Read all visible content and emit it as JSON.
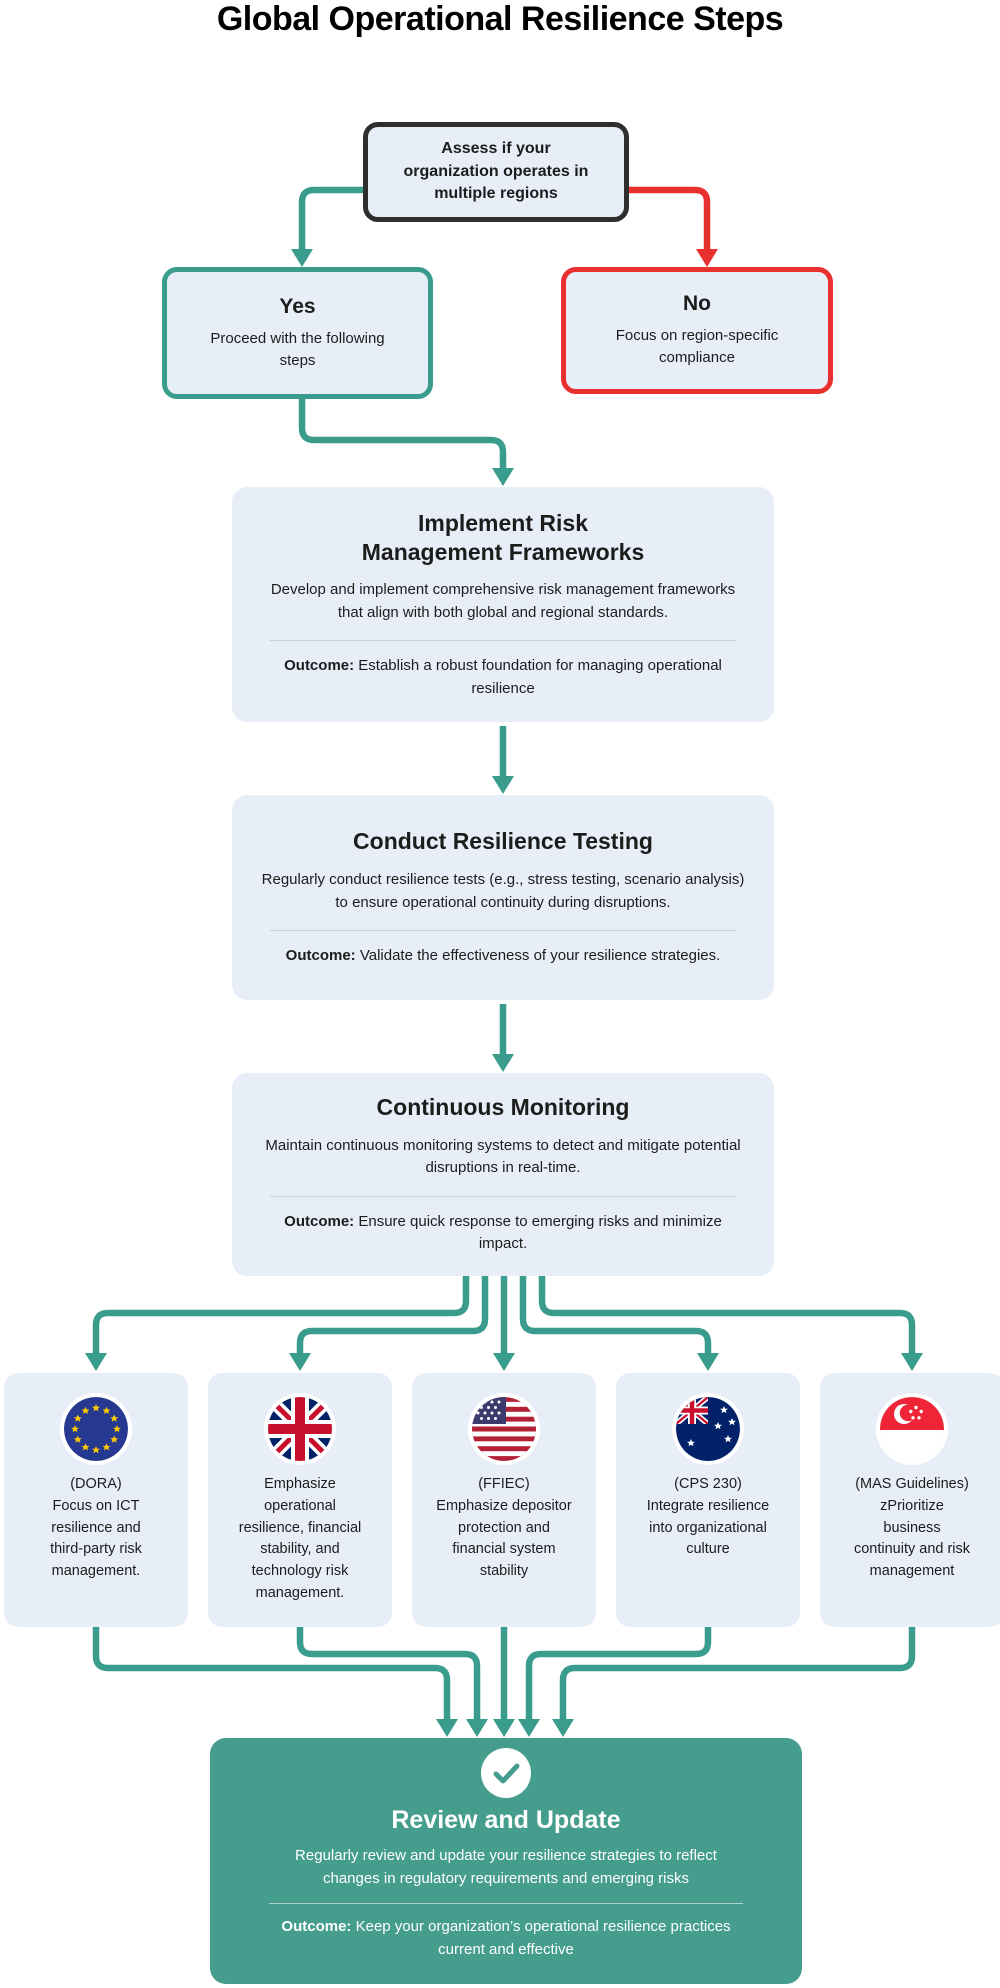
{
  "title": "Global Operational Resilience Steps",
  "colors": {
    "teal": "#3a9c8c",
    "red": "#e8312e",
    "box_bg": "#e8eef8",
    "dark_border": "#2e2e2e",
    "review_bg": "#459d8d"
  },
  "decision": {
    "question": "Assess if your\norganization operates in\nmultiple regions",
    "yes": {
      "label": "Yes",
      "text": "Proceed with the following\nsteps"
    },
    "no": {
      "label": "No",
      "text": "Focus on region-specific\ncompliance"
    }
  },
  "steps": [
    {
      "title": "Implement Risk\nManagement Frameworks",
      "body": "Develop and implement comprehensive risk management frameworks that align with both global and regional standards.",
      "outcome_label": "Outcome:",
      "outcome": "Establish a robust foundation for managing operational resilience"
    },
    {
      "title": "Conduct Resilience Testing",
      "body": "Regularly conduct resilience tests (e.g., stress testing, scenario analysis) to ensure operational continuity during disruptions.",
      "outcome_label": "Outcome:",
      "outcome": "Validate the effectiveness of your resilience strategies."
    },
    {
      "title": "Continuous Monitoring",
      "body": "Maintain continuous monitoring systems to detect and mitigate potential disruptions in real-time.",
      "outcome_label": "Outcome:",
      "outcome": "Ensure quick response to emerging risks and minimize impact."
    }
  ],
  "regions": [
    {
      "flag": "eu-flag",
      "text": "(DORA)\nFocus on ICT\nresilience and\nthird-party risk\nmanagement."
    },
    {
      "flag": "uk-flag",
      "text": "Emphasize\noperational\nresilience, financial\nstability, and\ntechnology risk\nmanagement."
    },
    {
      "flag": "us-flag",
      "text": "(FFIEC)\nEmphasize depositor\nprotection and\nfinancial system\nstability"
    },
    {
      "flag": "australia-flag",
      "text": "(CPS 230)\nIntegrate resilience\ninto organizational\nculture"
    },
    {
      "flag": "singapore-flag",
      "text": "(MAS Guidelines)\nzPrioritize\nbusiness\ncontinuity and risk\nmanagement"
    }
  ],
  "review": {
    "icon": "checkmark",
    "title": "Review and Update",
    "body": "Regularly review and update your resilience strategies to reflect changes in regulatory requirements and emerging risks",
    "outcome_label": "Outcome:",
    "outcome": "Keep your organization’s operational resilience practices current and effective"
  }
}
